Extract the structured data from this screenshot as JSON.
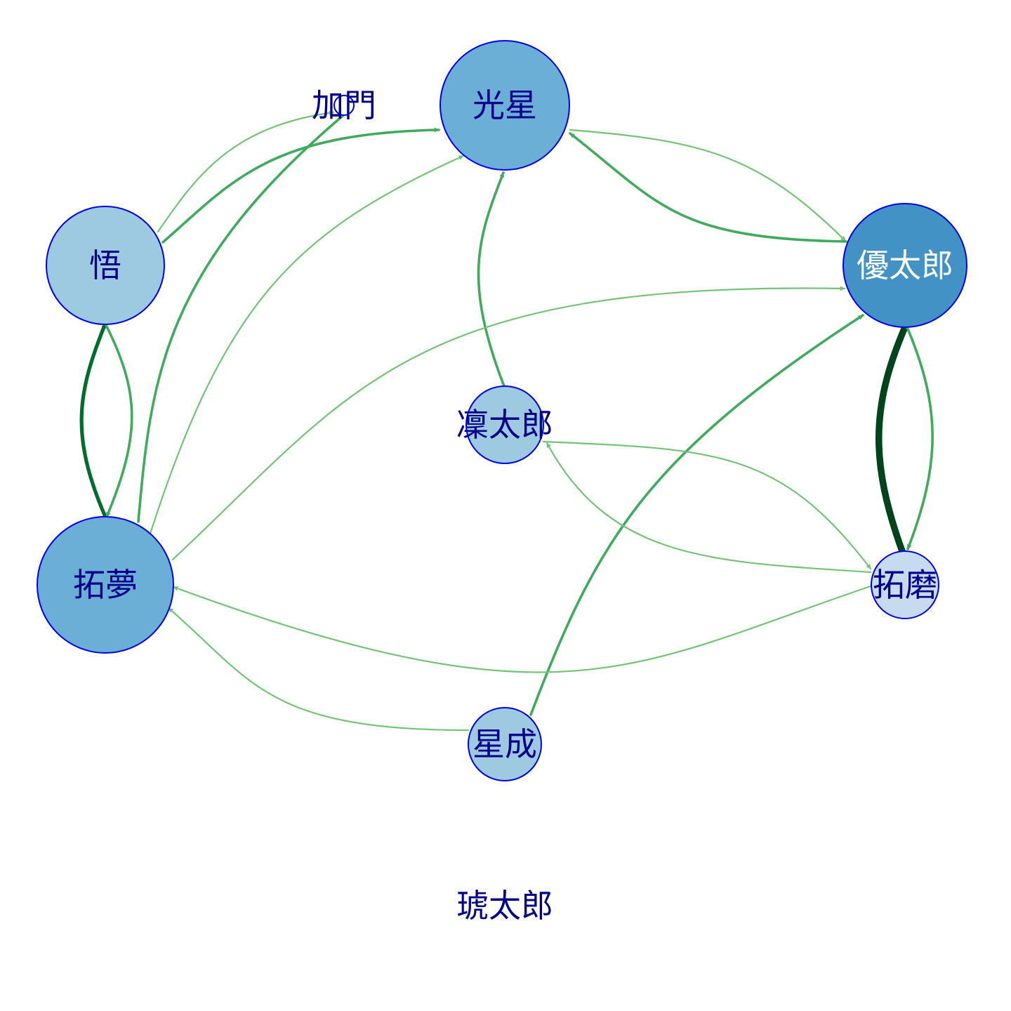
{
  "colors": {
    "background": "#ffffff",
    "node_stroke": "#0000ee",
    "label_dark": "#00008b",
    "label_light": "#ffffff"
  },
  "nodes": [
    {
      "id": "kosei",
      "label": "光星",
      "fill": "#6baed6",
      "label_color": "#00008b"
    },
    {
      "id": "kamon",
      "label": "加門",
      "fill": "#9ecae1",
      "label_color": "#00008b"
    },
    {
      "id": "satoru",
      "label": "悟",
      "fill": "#9ecae1",
      "label_color": "#00008b"
    },
    {
      "id": "yutaro",
      "label": "優太郎",
      "fill": "#4292c6",
      "label_color": "#ffffff"
    },
    {
      "id": "rintaro",
      "label": "凜太郎",
      "fill": "#9ecae1",
      "label_color": "#00008b"
    },
    {
      "id": "takumu",
      "label": "拓夢",
      "fill": "#6baed6",
      "label_color": "#00008b"
    },
    {
      "id": "takuma",
      "label": "拓磨",
      "fill": "#c6dbef",
      "label_color": "#00008b"
    },
    {
      "id": "seinari",
      "label": "星成",
      "fill": "#9ecae1",
      "label_color": "#00008b"
    },
    {
      "id": "kotaro",
      "label": "琥太郎",
      "fill": "#c6dbef",
      "label_color": "#00008b"
    }
  ],
  "edges": [
    {
      "from": "satoru",
      "to": "kamon",
      "color": "#74c476",
      "weight": 1
    },
    {
      "from": "satoru",
      "to": "kosei",
      "color": "#41ab5d",
      "weight": 2
    },
    {
      "from": "takumu",
      "to": "kamon",
      "color": "#41ab5d",
      "weight": 2
    },
    {
      "from": "takumu",
      "to": "kosei",
      "color": "#74c476",
      "weight": 1
    },
    {
      "from": "kosei",
      "to": "yutaro",
      "color": "#74c476",
      "weight": 1
    },
    {
      "from": "yutaro",
      "to": "kosei",
      "color": "#41ab5d",
      "weight": 2
    },
    {
      "from": "rintaro",
      "to": "kosei",
      "color": "#41ab5d",
      "weight": 2
    },
    {
      "from": "takumu",
      "to": "satoru",
      "color": "#006d2c",
      "weight": 3
    },
    {
      "from": "satoru",
      "to": "takumu",
      "color": "#41ab5d",
      "weight": 2
    },
    {
      "from": "takumu",
      "to": "yutaro",
      "color": "#74c476",
      "weight": 1
    },
    {
      "from": "seinari",
      "to": "yutaro",
      "color": "#41ab5d",
      "weight": 2
    },
    {
      "from": "takuma",
      "to": "yutaro",
      "color": "#00441b",
      "weight": 5
    },
    {
      "from": "yutaro",
      "to": "takuma",
      "color": "#41ab5d",
      "weight": 2
    },
    {
      "from": "rintaro",
      "to": "takuma",
      "color": "#74c476",
      "weight": 1
    },
    {
      "from": "takuma",
      "to": "rintaro",
      "color": "#74c476",
      "weight": 1
    },
    {
      "from": "takuma",
      "to": "takumu",
      "color": "#74c476",
      "weight": 1
    },
    {
      "from": "seinari",
      "to": "takumu",
      "color": "#74c476",
      "weight": 1
    }
  ]
}
